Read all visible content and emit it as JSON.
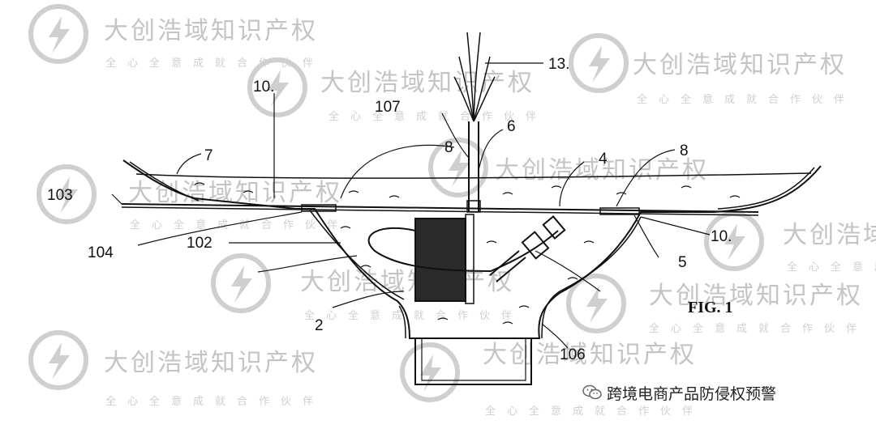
{
  "figure": {
    "caption": "FIG. 1",
    "labels": {
      "l130": "13.",
      "l108": "10.",
      "l107": "107",
      "l6": "6",
      "l7": "7",
      "l8a": "8",
      "l4": "4",
      "l8b": "8",
      "l103": "103",
      "l104": "104",
      "l102": "102",
      "l101": "10.",
      "l5": "5",
      "l2": "2",
      "l106": "106"
    }
  },
  "watermark": {
    "title": "大创浩域知识产权",
    "slogan": "全心全意成就合作伙伴"
  },
  "footer": {
    "account": "跨境电商产品防侵权预警",
    "icon": "wechat-icon"
  }
}
